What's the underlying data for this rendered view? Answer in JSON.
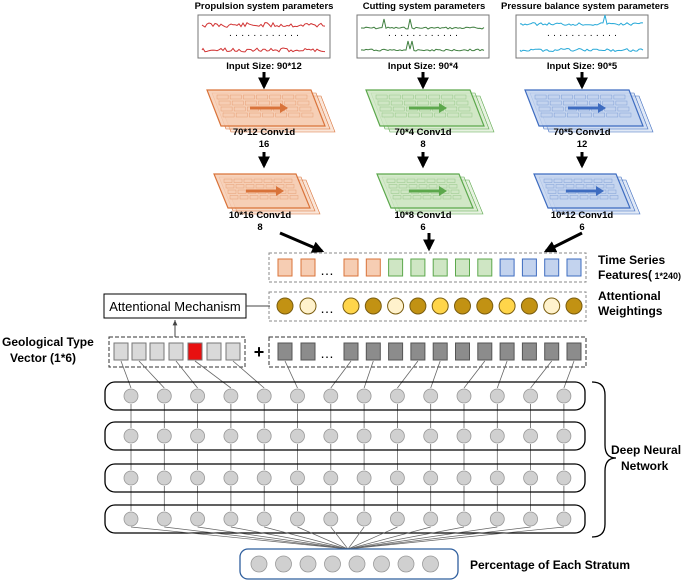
{
  "colors": {
    "propulsion": "#d9733a",
    "propulsion_fill": "#f6cdb3",
    "propulsion_line": "#d13232",
    "cutting": "#5ca84c",
    "cutting_fill": "#cfe6c4",
    "cutting_line": "#3f7f3f",
    "pressure": "#3e6cc0",
    "pressure_fill": "#c3d3ee",
    "pressure_line": "#27a9d8",
    "gold": "#c29213",
    "yellow": "#ffd54a",
    "cream": "#fff2cc",
    "gray_box": "#8c8c8c",
    "light_gray_box": "#d9d9d9",
    "red_box": "#e81010",
    "neuron": "#d0d0d0",
    "output_border": "#2f5f9e"
  },
  "branches": [
    {
      "key": "propulsion",
      "title": "Propulsion system parameters",
      "input_size": "Input Size: 90*12",
      "conv1_label": "70*12 Conv1d",
      "conv1_channels": "16",
      "conv2_label": "10*16 Conv1d",
      "conv2_channels": "8"
    },
    {
      "key": "cutting",
      "title": "Cutting system parameters",
      "input_size": "Input Size: 90*4",
      "conv1_label": "70*4 Conv1d",
      "conv1_channels": "8",
      "conv2_label": "10*8 Conv1d",
      "conv2_channels": "6"
    },
    {
      "key": "pressure",
      "title": "Pressure balance system parameters",
      "input_size": "Input Size: 90*5",
      "conv1_label": "70*5 Conv1d",
      "conv1_channels": "12",
      "conv2_label": "10*12 Conv1d",
      "conv2_channels": "6"
    }
  ],
  "labels": {
    "time_series": "Time Series",
    "features": "Features(",
    "features_size": " 1*240)",
    "attentional_1": "Attentional",
    "attentional_2": "Weightings",
    "attention_mechanism": "Attentional Mechanism",
    "geo_1": "Geological Type",
    "geo_2": "Vector (1*6)",
    "plus": "+",
    "ellipsis": "…",
    "dnn_1": "Deep Neural",
    "dnn_2": "Network",
    "output": "Percentage of Each Stratum"
  },
  "feature_squares": [
    "propulsion",
    "propulsion",
    "propulsion",
    "propulsion",
    "cutting",
    "cutting",
    "cutting",
    "cutting",
    "cutting",
    "pressure",
    "pressure",
    "pressure",
    "pressure"
  ],
  "weight_circles": [
    "gold",
    "cream",
    "yellow",
    "gold",
    "cream",
    "gold",
    "yellow",
    "gold",
    "gold",
    "yellow",
    "gold",
    "cream",
    "gold"
  ],
  "geo_vector_active_index": 4,
  "dnn_layers": 4,
  "neurons_per_layer": 14,
  "output_neurons": 8
}
